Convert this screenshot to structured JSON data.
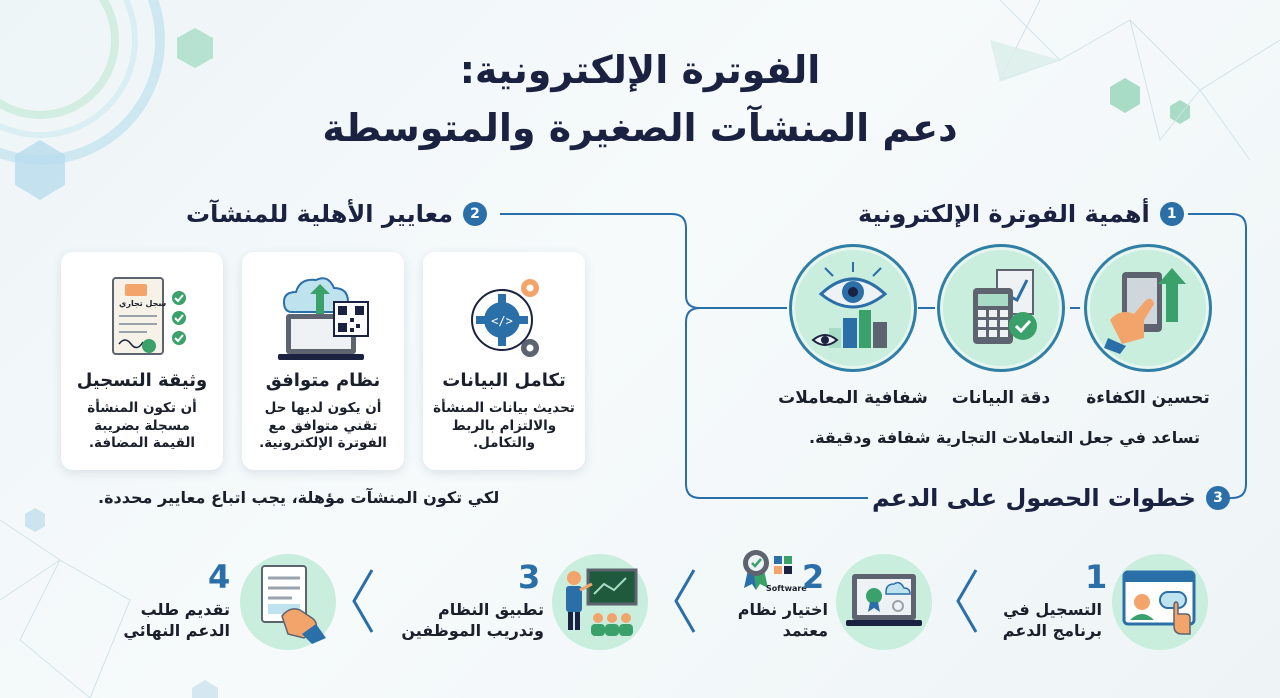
{
  "title": {
    "line1": "الفوترة الإلكترونية:",
    "line2": "دعم المنشآت الصغيرة والمتوسطة"
  },
  "section1": {
    "number": "1",
    "title": "أهمية الفوترة الإلكترونية",
    "items": [
      {
        "label": "تحسين الكفاءة",
        "icon": "tablet-growth-icon"
      },
      {
        "label": "دقة البيانات",
        "icon": "calculator-check-icon"
      },
      {
        "label": "شفافية المعاملات",
        "icon": "eye-city-icon"
      }
    ],
    "note": "تساعد في جعل التعاملات التجارية شفافة ودقيقة."
  },
  "section2": {
    "number": "2",
    "title": "معايير الأهلية للمنشآت",
    "cards": [
      {
        "title": "تكامل البيانات",
        "desc": "تحديث بيانات المنشأة والالتزام بالربط والتكامل.",
        "icon": "gears-code-icon"
      },
      {
        "title": "نظام متوافق",
        "desc": "أن يكون لديها حل تقني متوافق مع الفوترة الإلكترونية.",
        "icon": "cloud-laptop-qr-icon"
      },
      {
        "title": "وثيقة التسجيل",
        "desc": "أن تكون المنشأة مسجلة بضريبة القيمة المضافة.",
        "icon": "document-checklist-icon",
        "doc_text": "سجل تجاري"
      }
    ],
    "note": "لكي تكون المنشآت مؤهلة، يجب اتباع معايير محددة."
  },
  "section3": {
    "number": "3",
    "title": "خطوات الحصول على الدعم",
    "steps": [
      {
        "number": "1",
        "line1": "التسجيل في",
        "line2": "برنامج الدعم",
        "icon": "browser-click-icon"
      },
      {
        "number": "2",
        "line1": "اختيار نظام",
        "line2": "معتمد",
        "icon": "laptop-certificate-icon",
        "logo_text": "Software"
      },
      {
        "number": "3",
        "line1": "تطبيق النظام",
        "line2": "وتدريب الموظفين",
        "icon": "teacher-board-icon"
      },
      {
        "number": "4",
        "line1": "تقديم طلب",
        "line2": "الدعم النهائي",
        "icon": "hand-document-icon"
      }
    ]
  },
  "colors": {
    "accent": "#2a6fa8",
    "mint": "#c9eedd",
    "navy": "#1b2140",
    "ring": "#2f7fa6"
  }
}
